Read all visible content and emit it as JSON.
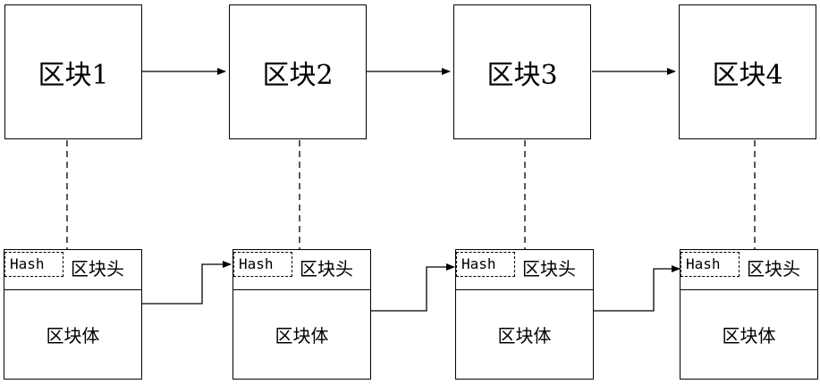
{
  "blocks": [
    {
      "title": "区块1",
      "hash": "Hash",
      "header": "区块头",
      "body": "区块体"
    },
    {
      "title": "区块2",
      "hash": "Hash",
      "header": "区块头",
      "body": "区块体"
    },
    {
      "title": "区块3",
      "hash": "Hash",
      "header": "区块头",
      "body": "区块体"
    },
    {
      "title": "区块4",
      "hash": "Hash",
      "header": "区块头",
      "body": "区块体"
    }
  ]
}
